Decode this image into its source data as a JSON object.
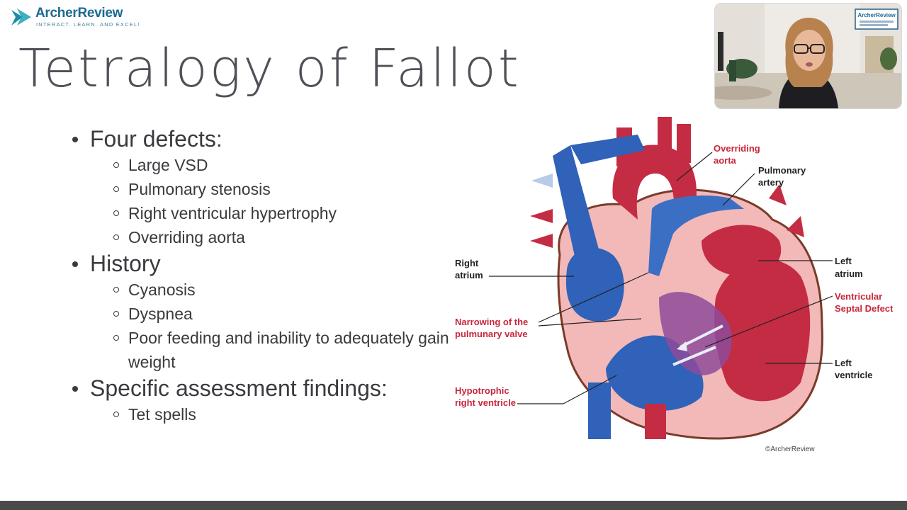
{
  "logo": {
    "name": "ArcherReview",
    "tagline": "INTERACT. LEARN. AND EXCEL!"
  },
  "slide": {
    "title": "Tetralogy of Fallot",
    "bullets": [
      {
        "text": "Four defects:",
        "sub": [
          "Large VSD",
          "Pulmonary stenosis",
          "Right ventricular hypertrophy",
          "Overriding aorta"
        ]
      },
      {
        "text": "History",
        "sub": [
          "Cyanosis",
          "Dyspnea",
          "Poor feeding and inability to adequately gain weight"
        ]
      },
      {
        "text": "Specific assessment findings:",
        "sub": [
          "Tet spells"
        ]
      }
    ]
  },
  "diagram": {
    "labels": {
      "overriding_aorta_1": "Overriding",
      "overriding_aorta_2": "aorta",
      "pulmonary_artery_1": "Pulmonary",
      "pulmonary_artery_2": "artery",
      "right_atrium_1": "Right",
      "right_atrium_2": "atrium",
      "left_atrium_1": "Left",
      "left_atrium_2": "atrium",
      "vsd_1": "Ventricular",
      "vsd_2": "Septal Defect",
      "narrowing_1": "Narrowing of the",
      "narrowing_2": "pulmunary valve",
      "left_ventricle_1": "Left",
      "left_ventricle_2": "ventricle",
      "hypotrophic_1": "Hypotrophic",
      "hypotrophic_2": "right ventricle"
    },
    "copyright": "©ArcherReview"
  },
  "webcam": {
    "badge_name": "ArcherReview"
  },
  "colors": {
    "accent_red": "#c8263b",
    "vessel_blue": "#2f62b8",
    "heart_red": "#c42c43",
    "wall_pink": "#f3b9b8",
    "brand": "#1c6a93"
  }
}
